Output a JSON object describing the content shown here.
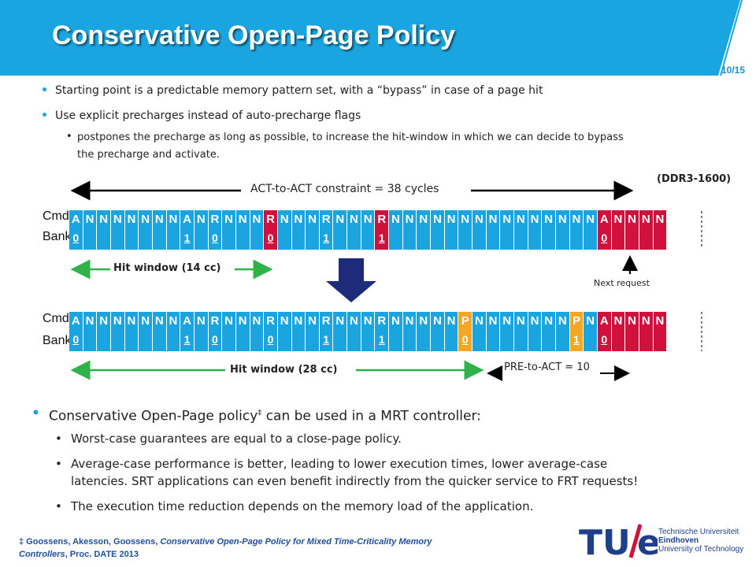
{
  "slide": {
    "title": "Conservative Open-Page Policy",
    "page_number": "10/15",
    "colors": {
      "banner": "#1aa5e0",
      "blue_cell": "#1aa5e0",
      "read_cell": "#d0113c",
      "precharge_cell": "#f5a623",
      "hit_arrow": "#2db34a",
      "down_arrow": "#1e2a7a"
    }
  },
  "bullets": [
    {
      "text": "Starting point is a predictable memory pattern set, with a “bypass” in case of a page hit"
    },
    {
      "text": "Use explicit precharges instead of auto-precharge flags"
    }
  ],
  "sub_bullets": [
    {
      "line1": "postpones the precharge as long as possible, to increase the hit-window in which we can decide to bypass",
      "line2": "the precharge and activate."
    }
  ],
  "diagram": {
    "ddr_label": "(DDR3-1600)",
    "act_constraint": "ACT-to-ACT constraint = 38 cycles",
    "cmd_label": "Cmd:",
    "bank_label": "Bank:",
    "hit_window_1": "Hit window (14 cc)",
    "hit_window_2": "Hit window (28 cc)",
    "next_request": "Next request",
    "pre_to_act": "PRE-to-ACT = 10",
    "row1": [
      {
        "c": "A",
        "b": "0",
        "k": "blue"
      },
      {
        "c": "N",
        "b": "",
        "k": "blue"
      },
      {
        "c": "N",
        "b": "",
        "k": "blue"
      },
      {
        "c": "N",
        "b": "",
        "k": "blue"
      },
      {
        "c": "N",
        "b": "",
        "k": "blue"
      },
      {
        "c": "N",
        "b": "",
        "k": "blue"
      },
      {
        "c": "N",
        "b": "",
        "k": "blue"
      },
      {
        "c": "N",
        "b": "",
        "k": "blue"
      },
      {
        "c": "A",
        "b": "1",
        "k": "blue"
      },
      {
        "c": "N",
        "b": "",
        "k": "blue"
      },
      {
        "c": "R",
        "b": "0",
        "k": "blue"
      },
      {
        "c": "N",
        "b": "",
        "k": "blue"
      },
      {
        "c": "N",
        "b": "",
        "k": "blue"
      },
      {
        "c": "N",
        "b": "",
        "k": "blue"
      },
      {
        "c": "R",
        "b": "0",
        "k": "red"
      },
      {
        "c": "N",
        "b": "",
        "k": "blue"
      },
      {
        "c": "N",
        "b": "",
        "k": "blue"
      },
      {
        "c": "N",
        "b": "",
        "k": "blue"
      },
      {
        "c": "R",
        "b": "1",
        "k": "blue"
      },
      {
        "c": "N",
        "b": "",
        "k": "blue"
      },
      {
        "c": "N",
        "b": "",
        "k": "blue"
      },
      {
        "c": "N",
        "b": "",
        "k": "blue"
      },
      {
        "c": "R",
        "b": "1",
        "k": "red"
      },
      {
        "c": "N",
        "b": "",
        "k": "blue"
      },
      {
        "c": "N",
        "b": "",
        "k": "blue"
      },
      {
        "c": "N",
        "b": "",
        "k": "blue"
      },
      {
        "c": "N",
        "b": "",
        "k": "blue"
      },
      {
        "c": "N",
        "b": "",
        "k": "blue"
      },
      {
        "c": "N",
        "b": "",
        "k": "blue"
      },
      {
        "c": "N",
        "b": "",
        "k": "blue"
      },
      {
        "c": "N",
        "b": "",
        "k": "blue"
      },
      {
        "c": "N",
        "b": "",
        "k": "blue"
      },
      {
        "c": "N",
        "b": "",
        "k": "blue"
      },
      {
        "c": "N",
        "b": "",
        "k": "blue"
      },
      {
        "c": "N",
        "b": "",
        "k": "blue"
      },
      {
        "c": "N",
        "b": "",
        "k": "blue"
      },
      {
        "c": "N",
        "b": "",
        "k": "blue"
      },
      {
        "c": "N",
        "b": "",
        "k": "blue"
      },
      {
        "c": "A",
        "b": "0",
        "k": "red"
      },
      {
        "c": "N",
        "b": "",
        "k": "red"
      },
      {
        "c": "N",
        "b": "",
        "k": "red"
      },
      {
        "c": "N",
        "b": "",
        "k": "red"
      },
      {
        "c": "N",
        "b": "",
        "k": "red"
      }
    ],
    "row2": [
      {
        "c": "A",
        "b": "0",
        "k": "blue"
      },
      {
        "c": "N",
        "b": "",
        "k": "blue"
      },
      {
        "c": "N",
        "b": "",
        "k": "blue"
      },
      {
        "c": "N",
        "b": "",
        "k": "blue"
      },
      {
        "c": "N",
        "b": "",
        "k": "blue"
      },
      {
        "c": "N",
        "b": "",
        "k": "blue"
      },
      {
        "c": "N",
        "b": "",
        "k": "blue"
      },
      {
        "c": "N",
        "b": "",
        "k": "blue"
      },
      {
        "c": "A",
        "b": "1",
        "k": "blue"
      },
      {
        "c": "N",
        "b": "",
        "k": "blue"
      },
      {
        "c": "R",
        "b": "0",
        "k": "blue"
      },
      {
        "c": "N",
        "b": "",
        "k": "blue"
      },
      {
        "c": "N",
        "b": "",
        "k": "blue"
      },
      {
        "c": "N",
        "b": "",
        "k": "blue"
      },
      {
        "c": "R",
        "b": "0",
        "k": "blue"
      },
      {
        "c": "N",
        "b": "",
        "k": "blue"
      },
      {
        "c": "N",
        "b": "",
        "k": "blue"
      },
      {
        "c": "N",
        "b": "",
        "k": "blue"
      },
      {
        "c": "R",
        "b": "1",
        "k": "blue"
      },
      {
        "c": "N",
        "b": "",
        "k": "blue"
      },
      {
        "c": "N",
        "b": "",
        "k": "blue"
      },
      {
        "c": "N",
        "b": "",
        "k": "blue"
      },
      {
        "c": "R",
        "b": "1",
        "k": "blue"
      },
      {
        "c": "N",
        "b": "",
        "k": "blue"
      },
      {
        "c": "N",
        "b": "",
        "k": "blue"
      },
      {
        "c": "N",
        "b": "",
        "k": "blue"
      },
      {
        "c": "N",
        "b": "",
        "k": "blue"
      },
      {
        "c": "N",
        "b": "",
        "k": "blue"
      },
      {
        "c": "P",
        "b": "0",
        "k": "orange"
      },
      {
        "c": "N",
        "b": "",
        "k": "blue"
      },
      {
        "c": "N",
        "b": "",
        "k": "blue"
      },
      {
        "c": "N",
        "b": "",
        "k": "blue"
      },
      {
        "c": "N",
        "b": "",
        "k": "blue"
      },
      {
        "c": "N",
        "b": "",
        "k": "blue"
      },
      {
        "c": "N",
        "b": "",
        "k": "blue"
      },
      {
        "c": "N",
        "b": "",
        "k": "blue"
      },
      {
        "c": "P",
        "b": "1",
        "k": "orange"
      },
      {
        "c": "N",
        "b": "",
        "k": "blue"
      },
      {
        "c": "A",
        "b": "0",
        "k": "red"
      },
      {
        "c": "N",
        "b": "",
        "k": "red"
      },
      {
        "c": "N",
        "b": "",
        "k": "red"
      },
      {
        "c": "N",
        "b": "",
        "k": "red"
      },
      {
        "c": "N",
        "b": "",
        "k": "red"
      }
    ]
  },
  "bottom": {
    "main_pre": "Conservative Open-Page policy",
    "main_sup": "‡",
    "main_post": " can be used in a MRT controller:",
    "items": [
      {
        "line1": "Worst-case guarantees are equal to a close-page policy.",
        "line2": ""
      },
      {
        "line1": "Average-case performance is better, leading to lower execution times, lower average-case",
        "line2": "latencies. SRT applications can even benefit indirectly from the quicker service to FRT requests!"
      },
      {
        "line1": "The execution time reduction depends on the memory load of the application.",
        "line2": ""
      }
    ]
  },
  "reference": {
    "authors": "‡ Goossens, Akesson, Goossens, ",
    "paper": "Conservative Open-Page Policy for Mixed Time-Criticality Memory",
    "line2_italic": "Controllers",
    "line2_rest": ", Proc. DATE 2013"
  },
  "logo": {
    "mark_tu": "TU",
    "mark_e": "e",
    "line1": "Technische Universiteit",
    "line2": "Eindhoven",
    "line3": "University of Technology"
  }
}
